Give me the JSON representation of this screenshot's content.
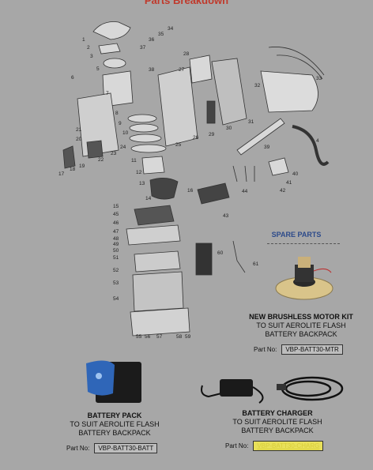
{
  "page": {
    "title": "Parts Breakdown",
    "spare_parts_heading": "SPARE PARTS"
  },
  "diagram": {
    "callouts_top": [
      "1",
      "2",
      "3",
      "4",
      "5",
      "6",
      "7",
      "8",
      "9",
      "10",
      "11",
      "12",
      "13",
      "14",
      "16",
      "17",
      "18",
      "19",
      "20",
      "21",
      "22",
      "23",
      "24",
      "25",
      "26",
      "27",
      "28",
      "29",
      "30",
      "31",
      "32",
      "33",
      "34",
      "35",
      "36",
      "37",
      "38",
      "39",
      "40",
      "41",
      "42",
      "43",
      "44"
    ],
    "callouts_bottom": [
      "15",
      "45",
      "46",
      "47",
      "48",
      "49",
      "50",
      "51",
      "52",
      "53",
      "54",
      "55",
      "56",
      "57",
      "58",
      "59",
      "60",
      "61"
    ]
  },
  "products": [
    {
      "name": "NEW BRUSHLESS MOTOR KIT",
      "line2": "TO SUIT AEROLITE FLASH",
      "line3": "BATTERY BACKPACK",
      "part_label": "Part No:",
      "part_no": "VBP-BATT30-MTR"
    },
    {
      "name": "BATTERY PACK",
      "line2": "TO SUIT AEROLITE FLASH",
      "line3": "BATTERY BACKPACK",
      "part_label": "Part No:",
      "part_no": "VBP-BATT30-BATT"
    },
    {
      "name": "BATTERY CHARGER",
      "line2": "TO SUIT AEROLITE FLASH",
      "line3": "BATTERY BACKPACK",
      "part_label": "Part No:",
      "part_no": "VBP-BATT30-CHARG"
    }
  ],
  "colors": {
    "background": "#a7a7a7",
    "title": "#c0392b",
    "spare_heading": "#2c4a8a",
    "highlight": "#e8e05a"
  }
}
